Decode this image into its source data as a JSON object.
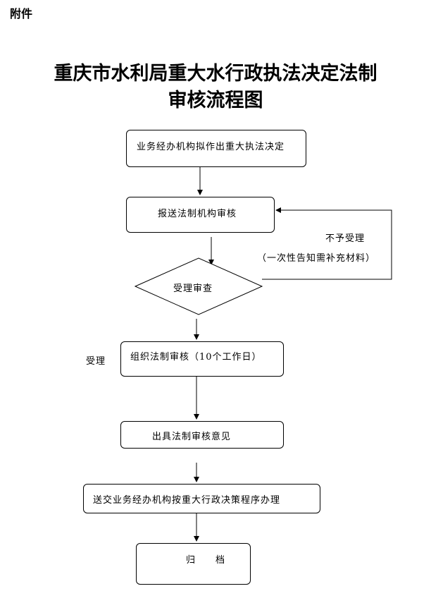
{
  "header": {
    "attachment": "附件"
  },
  "title": {
    "line1": "重庆市水利局重大水行政执法决定法制",
    "line2": "审核流程图"
  },
  "flow": {
    "step1": "业务经办机构拟作出重大执法决定",
    "step2": "报送法制机构审核",
    "decision": "受理审查",
    "reject_label": "不予受理",
    "reject_note": "（一次性告知需补充材料）",
    "accept_label": "受理",
    "step3": "组织法制审核（10个工作日）",
    "step4": "出具法制审核意见",
    "step5": "送交业务经办机构按重大行政决策程序办理",
    "step6": "归　　档"
  }
}
